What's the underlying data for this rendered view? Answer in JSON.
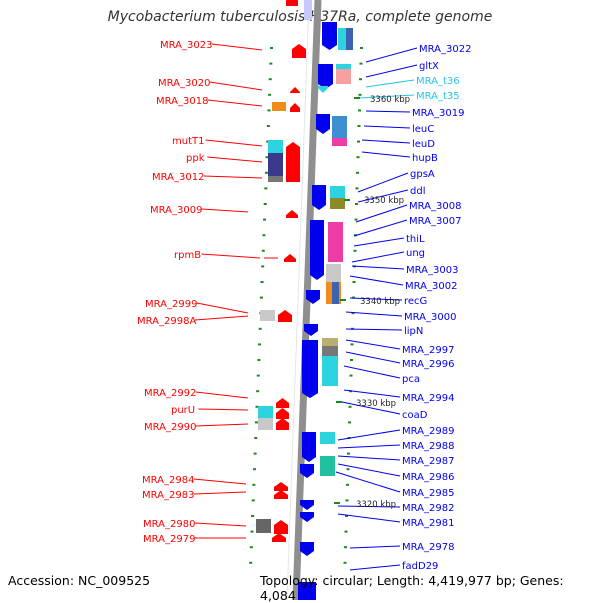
{
  "title": "Mycobacterium tuberculosis H37Ra, complete genome",
  "footer": {
    "accession": "Accession: NC_009525",
    "topology": "Topology: circular; Length: 4,419,977 bp; Genes: 4,084"
  },
  "colors": {
    "backbone": "#8f8f8f",
    "left_strand": "#ff0000",
    "right_strand": "#0000ee",
    "rna_label": "#22c8e6",
    "tick": "#1a8a1a"
  },
  "kbp_markers": [
    "3360 kbp",
    "3350 kbp",
    "3340 kbp",
    "3330 kbp",
    "3320 kbp"
  ],
  "left_labels": [
    "MRA_3023",
    "MRA_3020",
    "MRA_3018",
    "mutT1",
    "ppk",
    "MRA_3012",
    "MRA_3009",
    "rpmB",
    "MRA_2999",
    "MRA_2998A",
    "MRA_2992",
    "purU",
    "MRA_2990",
    "MRA_2984",
    "MRA_2983",
    "MRA_2980",
    "MRA_2979"
  ],
  "right_labels": [
    "MRA_3022",
    "gltX",
    "MRA_t36",
    "MRA_t35",
    "MRA_3019",
    "leuC",
    "leuD",
    "hupB",
    "gpsA",
    "ddl",
    "MRA_3008",
    "MRA_3007",
    "thiL",
    "ung",
    "MRA_3003",
    "MRA_3002",
    "recG",
    "MRA_3000",
    "lipN",
    "MRA_2997",
    "MRA_2996",
    "pca",
    "MRA_2994",
    "coaD",
    "MRA_2989",
    "MRA_2988",
    "MRA_2987",
    "MRA_2986",
    "MRA_2985",
    "MRA_2982",
    "MRA_2981",
    "MRA_2978",
    "fadD29"
  ]
}
